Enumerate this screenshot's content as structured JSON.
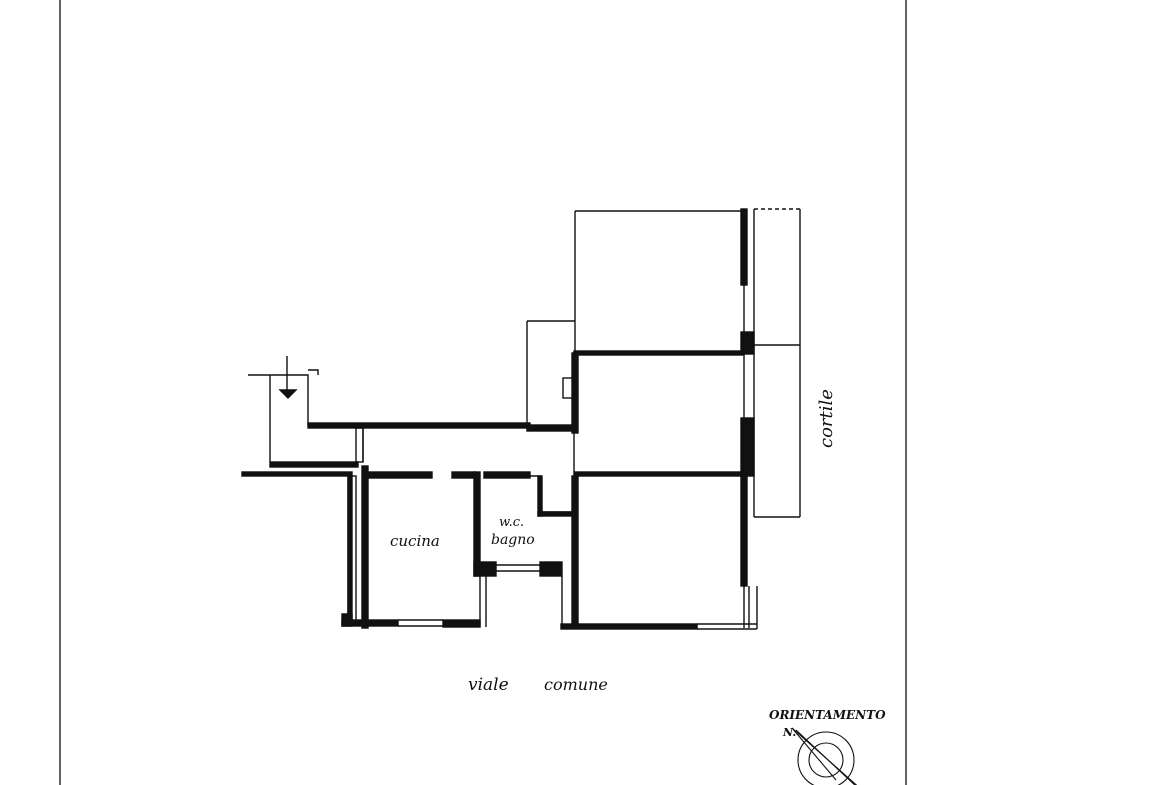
{
  "plan": {
    "labels": {
      "cucina": "cucina",
      "wc": "w.c.",
      "bagno": "bagno",
      "cortile": "cortile",
      "viale": "viale",
      "comune": "comune"
    },
    "orientation": {
      "title": "ORIENTAMENTO",
      "mark": "N."
    },
    "colors": {
      "ink": "#111111",
      "paper": "#ffffff"
    }
  }
}
